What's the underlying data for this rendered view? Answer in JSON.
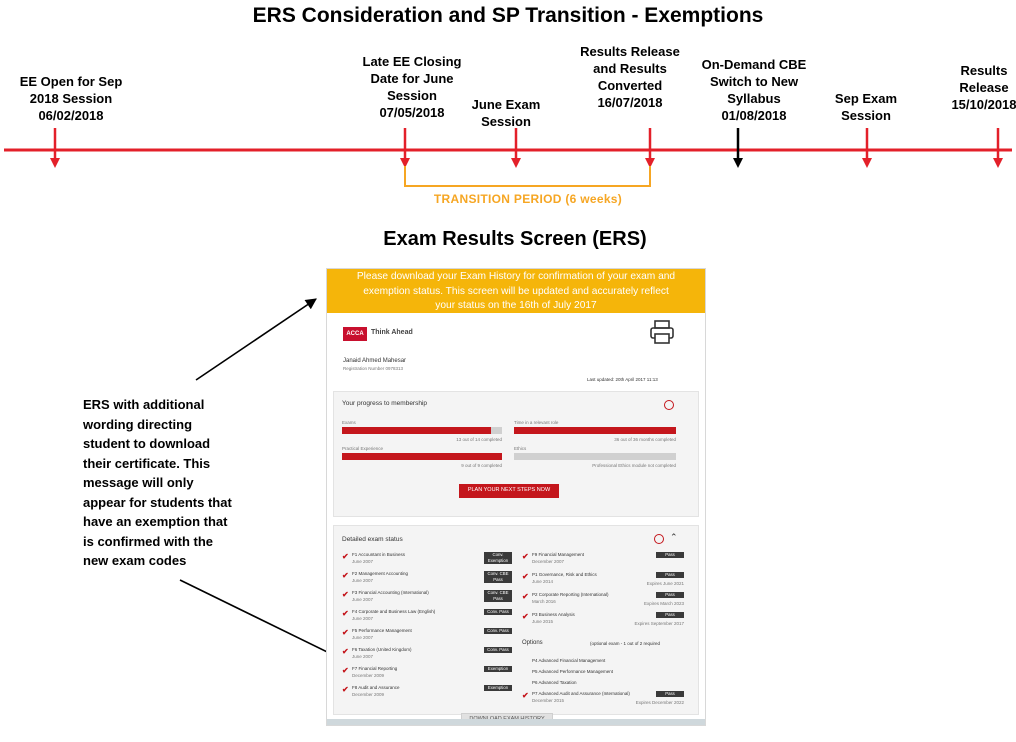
{
  "title": "ERS Consideration  and  SP Transition  - Exemptions",
  "ers_title": "Exam Results Screen (ERS)",
  "milestones": [
    {
      "lines": [
        "EE Open for Sep",
        "2018 Session",
        "06/02/2018"
      ]
    },
    {
      "lines": [
        "Late EE Closing",
        "Date for June",
        "Session",
        "07/05/2018"
      ]
    },
    {
      "lines": [
        "June Exam",
        "Session"
      ]
    },
    {
      "lines": [
        "Results Release",
        "and Results",
        "Converted",
        "16/07/2018"
      ]
    },
    {
      "lines": [
        "On-Demand CBE",
        "Switch to New",
        "Syllabus",
        "01/08/2018"
      ]
    },
    {
      "lines": [
        "Sep Exam",
        "Session"
      ]
    },
    {
      "lines": [
        "Results",
        "Release",
        "15/10/2018"
      ]
    }
  ],
  "transition_label": "TRANSITION  PERIOD (6 weeks)",
  "annotation_lines": [
    "ERS with additional",
    "wording directing",
    "student to download",
    "their certificate.  This",
    "message  will only",
    "appear for students that",
    "have an exemption that",
    "is confirmed with the",
    "new exam codes"
  ],
  "colors": {
    "timeline": "#e3202a",
    "bracket": "#f6a623",
    "banner": "#f5b50a",
    "acca_red": "#c4161c"
  },
  "ers": {
    "banner_lines": [
      "Please download  your Exam History for confirmation of  your  exam and",
      "exemption status.  This screen will be updated  and  accurately reflect",
      "your status  on the 16th of July 2017"
    ],
    "logo": "ACCA",
    "tagline": "Think Ahead",
    "student_name": "Janaid Ahmed Mahesar",
    "reg_number": "Registration Number  0978313",
    "last_updated": "Last updated: 20th April 2017 11:13",
    "progress_title": "Your progress to membership",
    "progress": [
      {
        "label": "Exams",
        "status": "13 out of 14 completed",
        "fraction": 0.93
      },
      {
        "label": "Time in a relevant role",
        "status": "36 out of 36 months completed",
        "fraction": 1.0
      },
      {
        "label": "Practical Experience",
        "status": "9 out of 9 completed",
        "fraction": 1.0
      },
      {
        "label": "Ethics",
        "status": "Professional Ethics module not completed",
        "fraction": 0.0
      }
    ],
    "cta": "PLAN YOUR NEXT STEPS NOW",
    "detail_title": "Detailed exam status",
    "left_exams": [
      {
        "name": "F1 Accountant in Business",
        "date": "June 2007",
        "badge": "Conv. Exemption"
      },
      {
        "name": "F2 Management Accounting",
        "date": "June 2007",
        "badge": "Conv. CBE Pass"
      },
      {
        "name": "F3 Financial Accounting (International)",
        "date": "June 2007",
        "badge": "Conv. CBE Pass"
      },
      {
        "name": "F4 Corporate and Business Law (English)",
        "date": "June 2007",
        "badge": "Conv. Pass"
      },
      {
        "name": "F5 Performance Management",
        "date": "June 2007",
        "badge": "Conv. Pass"
      },
      {
        "name": "F6 Taxation (United Kingdom)",
        "date": "June 2007",
        "badge": "Conv. Pass"
      },
      {
        "name": "F7 Financial Reporting",
        "date": "December 2009",
        "badge": "Exemption"
      },
      {
        "name": "F8 Audit and Assurance",
        "date": "December 2009",
        "badge": "Exemption"
      }
    ],
    "right_exams": [
      {
        "name": "F9 Financial Management",
        "date": "December 2007",
        "badge": "Pass",
        "expiry": ""
      },
      {
        "name": "P1 Governance, Risk and Ethics",
        "date": "June 2014",
        "badge": "Pass",
        "expiry": "Expires June 2021"
      },
      {
        "name": "P2 Corporate Reporting (International)",
        "date": "March 2016",
        "badge": "Pass",
        "expiry": "Expires March 2023"
      },
      {
        "name": "P3 Business Analysis",
        "date": "June 2015",
        "badge": "Pass",
        "expiry": "Expires September 2017"
      }
    ],
    "options_label": "Options",
    "options_note": "(optional exam - 1 out of 2 required",
    "option_exams": [
      {
        "name": "P4 Advanced Financial Management"
      },
      {
        "name": "P5 Advanced Performance Management"
      },
      {
        "name": "P6 Advanced Taxation"
      },
      {
        "name": "P7 Advanced Audit and Assurance (International)",
        "date": "December 2015",
        "badge": "Pass",
        "expiry": "Expires December 2022"
      }
    ],
    "download_btn": "DOWNLOAD EXAM HISTORY"
  }
}
